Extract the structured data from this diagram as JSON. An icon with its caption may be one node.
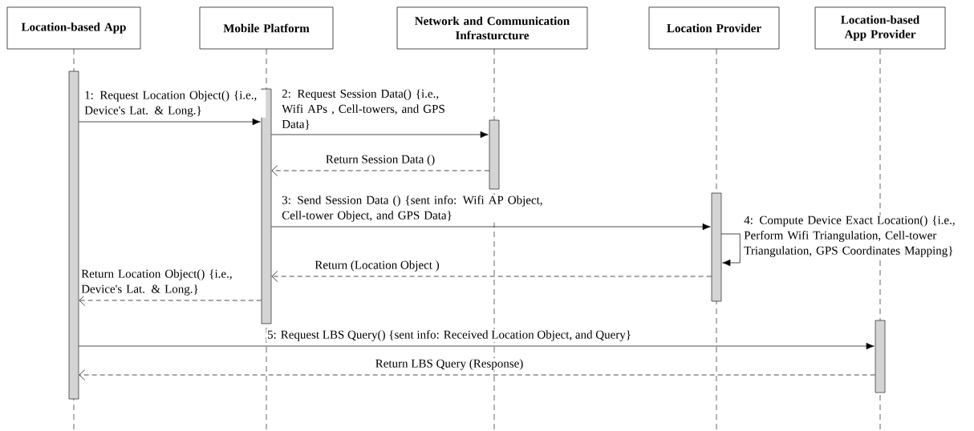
{
  "diagram": {
    "nodes": [
      {
        "text": [
          "Location-based App"
        ]
      },
      {
        "text": [
          "Mobile Platform"
        ]
      },
      {
        "text": [
          "Network and Communication Infrasturcture"
        ]
      },
      {
        "text": [
          "Location Provider"
        ]
      },
      {
        "text": [
          "Location-based App Provider"
        ]
      },
      {
        "text": [],
        "shape": "bar"
      },
      {
        "text": [],
        "shape": "bar"
      },
      {
        "text": [],
        "shape": "bar"
      },
      {
        "text": [],
        "shape": "bar"
      },
      {
        "text": [],
        "shape": "bar"
      }
    ],
    "edges": [
      {
        "from": 5,
        "to": 6,
        "arrow": "to",
        "label": "1: Request Location Object() {i.e., Device's Lat. & Long.}"
      },
      {
        "from": 6,
        "to": 7,
        "arrow": "to",
        "label": "2: Request Session Data() {i.e., Wifi APs , Cell-towers, and GPS Data}"
      },
      {
        "from": 7,
        "to": 6,
        "arrow": "to",
        "style": "dashed",
        "label": "Return Session Data ()"
      },
      {
        "from": 6,
        "to": 8,
        "arrow": "to",
        "label": "3: Send Session Data () {sent info: Wifi AP Object, Cell-tower Object, and GPS Data}"
      },
      {
        "from": 8,
        "to": 8,
        "arrow": "to",
        "label": "4: Compute Device Exact Location() {i.e., Perform Wifi Triangulation, Cell-tower Triangulation, GPS Coordinates Mapping}"
      },
      {
        "from": 8,
        "to": 6,
        "arrow": "to",
        "style": "dashed",
        "label": "Return (Location Object )"
      },
      {
        "from": 6,
        "to": 5,
        "arrow": "to",
        "style": "dashed",
        "label": "Return Location Object() {i.e., Device's Lat. & Long.}"
      },
      {
        "from": 5,
        "to": 9,
        "arrow": "to",
        "label": "5: Request LBS Query() {sent info: Received Location Object, and Query}"
      },
      {
        "from": 9,
        "to": 5,
        "arrow": "to",
        "style": "dashed",
        "label": "Return LBS Query (Response)"
      }
    ]
  }
}
